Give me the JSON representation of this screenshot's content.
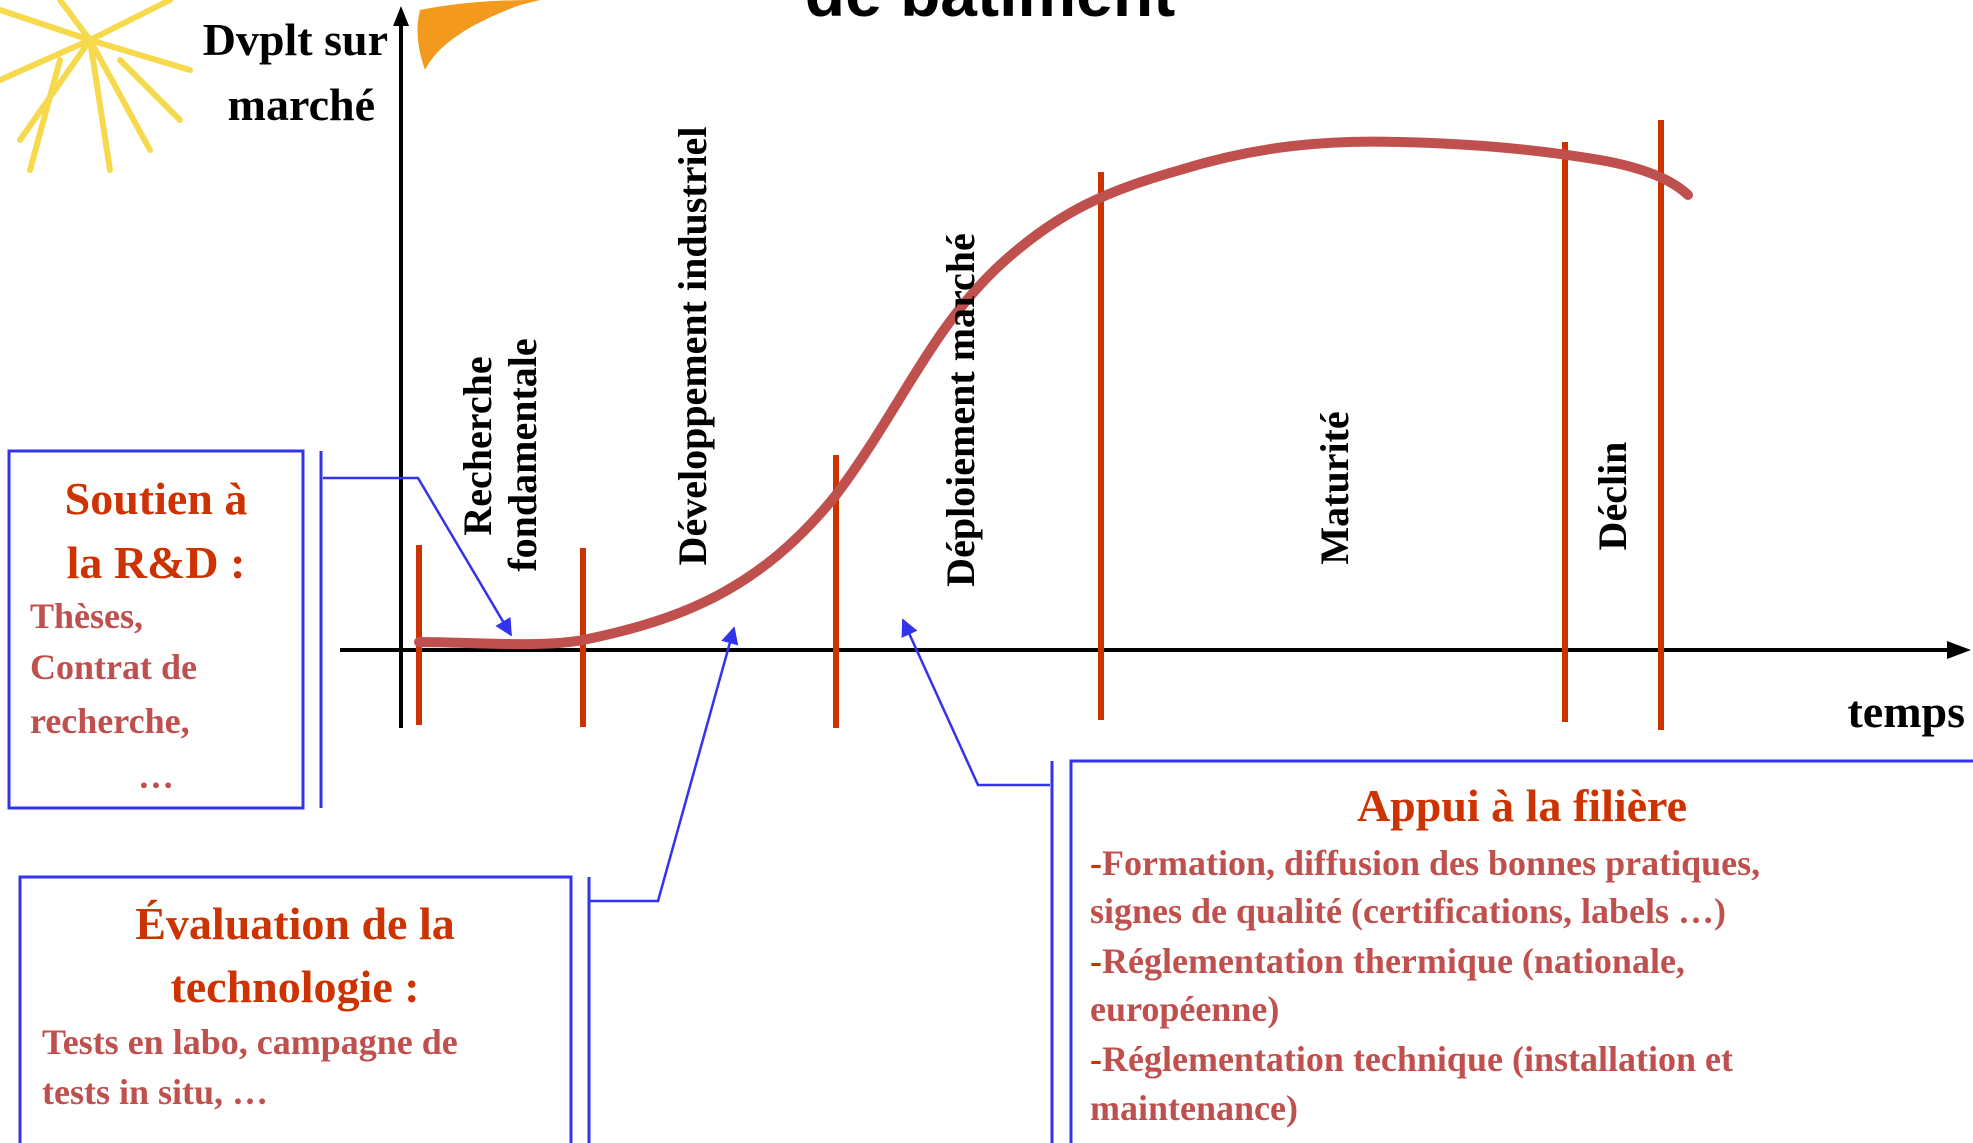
{
  "title_fragment": "de bâtiment",
  "axes": {
    "y_label_line1": "Dvplt sur",
    "y_label_line2": "marché",
    "x_label": "temps"
  },
  "phases": {
    "recherche_line1": "Recherche",
    "recherche_line2": "fondamentale",
    "developpement_industriel": "Développement industriel",
    "deploiement_marche": "Déploiement marché",
    "maturite": "Maturité",
    "declin": "Déclin"
  },
  "boxes": {
    "rd": {
      "title_line1": "Soutien à",
      "title_line2": "la R&D :",
      "body_line1": "Thèses,",
      "body_line2": "Contrat de",
      "body_line3": "recherche,",
      "body_line4": "…"
    },
    "evaluation": {
      "title_line1": "Évaluation de la",
      "title_line2": "technologie :",
      "body_line1": "Tests en labo, campagne de",
      "body_line2": "tests in situ, …"
    },
    "filiere": {
      "title": "Appui à la filière",
      "dash": "-",
      "item1_line1": "Formation, diffusion des bonnes pratiques,",
      "item1_line2": "signes de qualité (certifications, labels …)",
      "item2_line1": "Réglementation thermique (nationale,",
      "item2_line2": "européenne)",
      "item3_line1": "Réglementation technique (installation et",
      "item3_line2": "maintenance)"
    }
  },
  "colors": {
    "curve": "#c0504d",
    "phase_lines": "#cc3300",
    "box_border": "#3333ee",
    "box_title": "#cc3300",
    "box_body": "#c0504d",
    "axis": "#000000",
    "logo_yellow": "#f5d020",
    "logo_orange": "#f39a1e"
  }
}
